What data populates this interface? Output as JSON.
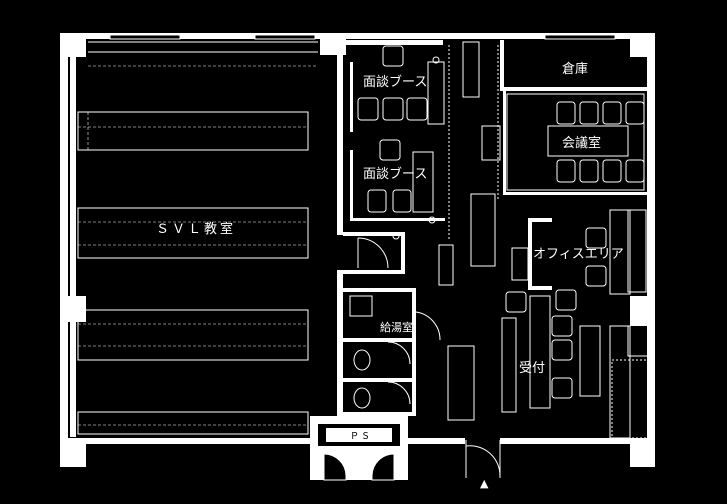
{
  "plan": {
    "rooms": {
      "classroom": "ＳＶＬ教室",
      "booth_1": "面談ブース",
      "booth_2": "面談ブース",
      "storage": "倉庫",
      "meeting_room": "会議室",
      "office_area": "オフィスエリア",
      "kitchenette": "給湯室",
      "reception": "受付",
      "pipe_space": "ＰＳ"
    },
    "entrance_marker": "▲",
    "colors": {
      "background": "#000000",
      "wall": "#ffffff",
      "line": "#ffffff",
      "furniture": "#000000"
    }
  }
}
